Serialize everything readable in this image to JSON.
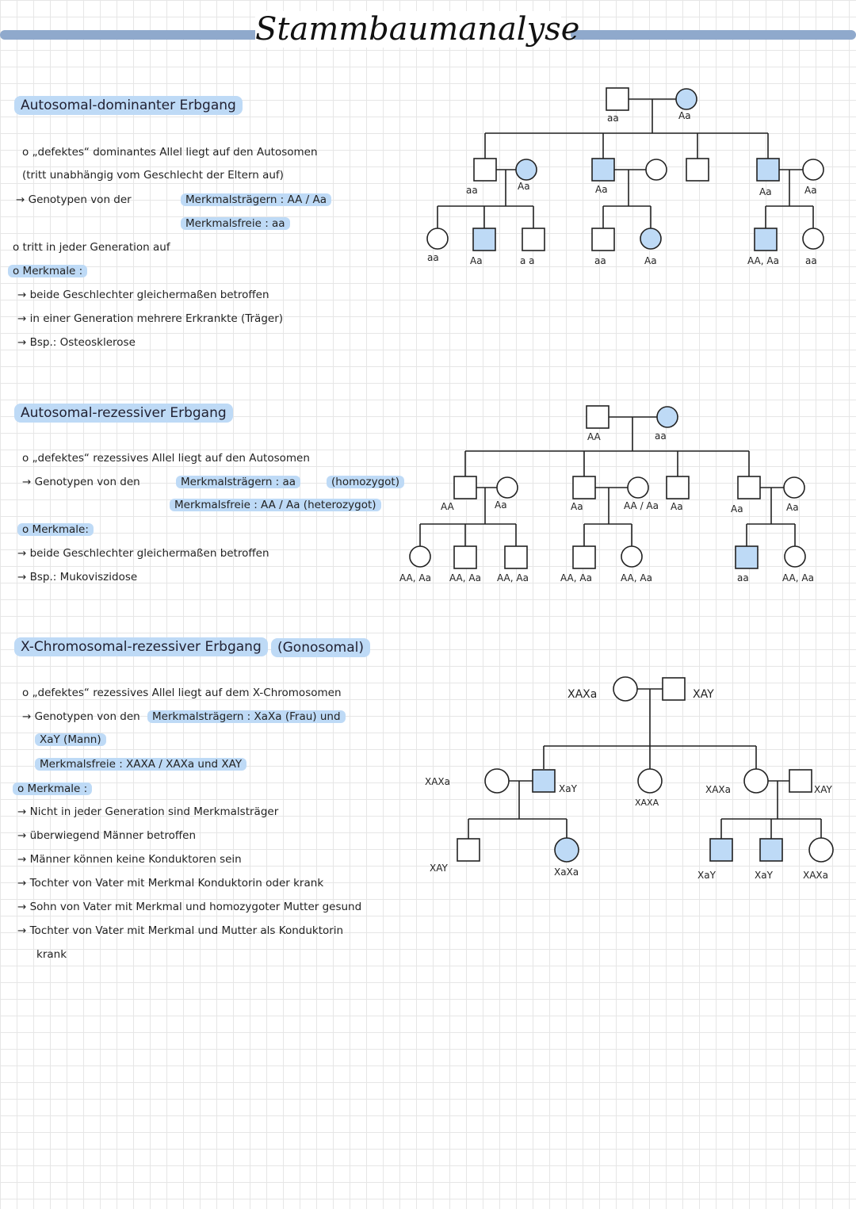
{
  "title": "Stammbaumanalyse",
  "colors": {
    "affected": "#bedaf6",
    "highlight": "#bedaf6",
    "bar": "#8fa9cc"
  },
  "sections": {
    "ad": {
      "heading": "Autosomal-dominanter Erbgang",
      "lines": [
        "o „defektes“ dominantes Allel liegt auf den Autosomen",
        "(tritt unabhängig vom Geschlecht der Eltern auf)",
        "→ Genotypen von der",
        "Merkmalsträgern : AA / Aa",
        "Merkmalsfreie : aa",
        "o tritt in jeder Generation auf",
        "o Merkmale :",
        "→ beide Geschlechter gleichermaßen betroffen",
        "→ in einer Generation mehrere Erkrankte (Träger)",
        "→ Bsp.: Osteosklerose"
      ],
      "pedigree_labels": [
        "aa",
        "Aa",
        "aa",
        "Aa",
        "Aa",
        "Aa",
        "Aa",
        "aa",
        "Aa",
        "a a",
        "aa",
        "Aa",
        "AA, Aa",
        "aa"
      ]
    },
    "ar": {
      "heading": "Autosomal-rezessiver Erbgang",
      "lines": [
        "o „defektes“ rezessives Allel liegt auf den Autosomen",
        "→ Genotypen von den",
        "Merkmalsträgern : aa",
        "(homozygot)",
        "Merkmalsfreie : AA / Aa (heterozygot)",
        "o Merkmale:",
        "→ beide Geschlechter gleichermaßen betroffen",
        "→ Bsp.: Mukoviszidose"
      ],
      "pedigree_labels": [
        "AA",
        "aa",
        "AA",
        "Aa",
        "Aa",
        "AA / Aa",
        "Aa",
        "Aa",
        "Aa",
        "AA, Aa",
        "AA, Aa",
        "AA, Aa",
        "AA, Aa",
        "AA, Aa",
        "aa",
        "AA, Aa"
      ]
    },
    "xr": {
      "heading": "X-Chromosomal-rezessiver Erbgang",
      "heading_extra": "(Gonosomal)",
      "lines": [
        "o „defektes“ rezessives Allel liegt auf dem X-Chromosomen",
        "→ Genotypen von den",
        "Merkmalsträgern : XaXa (Frau) und",
        "XaY (Mann)",
        "Merkmalsfreie : XAXA / XAXa und XAY",
        "o Merkmale :",
        "→ Nicht in jeder Generation sind Merkmalsträger",
        "→ überwiegend Männer betroffen",
        "→ Männer können keine Konduktoren sein",
        "→ Tochter von Vater mit Merkmal Konduktorin oder krank",
        "→ Sohn von Vater mit Merkmal und homozygoter Mutter gesund",
        "→ Tochter von Vater mit Merkmal und Mutter als Konduktorin",
        "krank"
      ],
      "pedigree_labels": [
        "XAXa",
        "XAY",
        "XAXa",
        "XaY",
        "XAXA",
        "XAXa",
        "XAY",
        "XAY",
        "XaXa",
        "XaY",
        "XaY",
        "XAXa"
      ]
    }
  }
}
